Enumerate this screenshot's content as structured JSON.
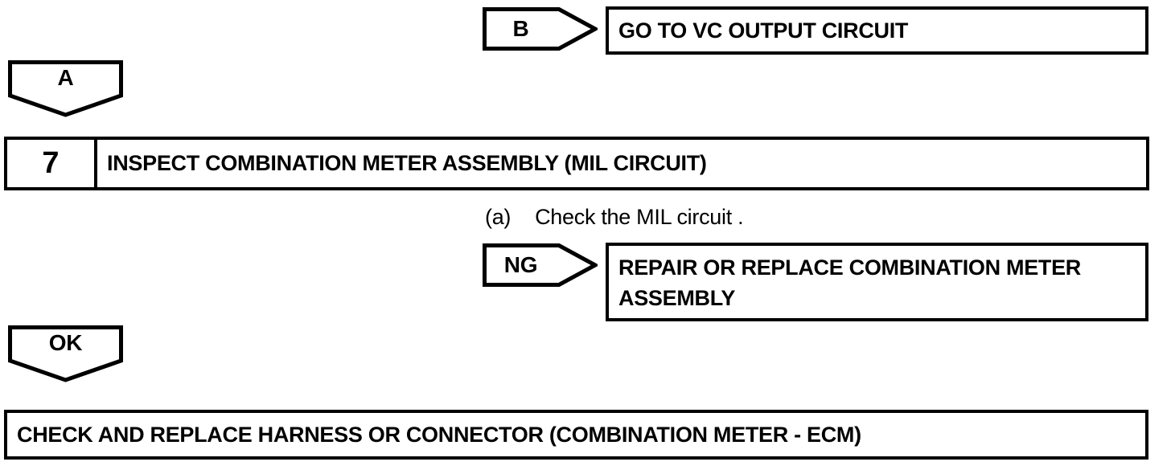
{
  "page": {
    "background": "#ffffff",
    "line_color": "#000000"
  },
  "flowchart": {
    "branch_b": {
      "connector_label": "B",
      "result_text": "GO TO VC OUTPUT CIRCUIT"
    },
    "connector_a": {
      "label": "A"
    },
    "step7": {
      "number": "7",
      "title": "INSPECT COMBINATION METER ASSEMBLY (MIL CIRCUIT)",
      "instruction_marker": "(a)",
      "instruction_text": "Check the MIL circuit ."
    },
    "branch_ng": {
      "connector_label": "NG",
      "result_text": "REPAIR OR REPLACE COMBINATION METER ASSEMBLY"
    },
    "connector_ok": {
      "label": "OK"
    },
    "final_action": {
      "text": "CHECK AND REPLACE HARNESS OR CONNECTOR (COMBINATION METER - ECM)"
    }
  }
}
